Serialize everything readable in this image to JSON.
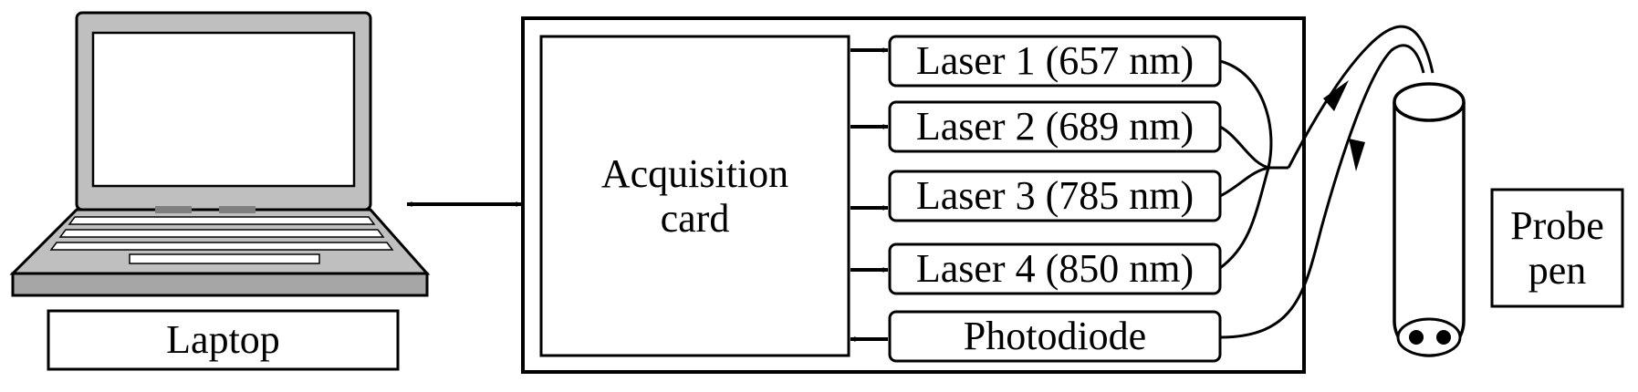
{
  "labels": {
    "laptop": "Laptop",
    "acquisition_card": "Acquisition\ncard",
    "laser_1": "Laser 1 (657 nm)",
    "laser_2": "Laser 2 (689 nm)",
    "laser_3": "Laser 3 (785 nm)",
    "laser_4": "Laser 4 (850 nm)",
    "photodiode": "Photodiode",
    "probe_pen": "Probe\npen"
  },
  "colors": {
    "stroke": "#000000",
    "laptop_body": "#bfbfbf",
    "laptop_dark": "#7f7f7f",
    "background": "#ffffff"
  },
  "icons": {
    "laptop": "laptop-icon",
    "probe": "probe-pen-icon"
  }
}
